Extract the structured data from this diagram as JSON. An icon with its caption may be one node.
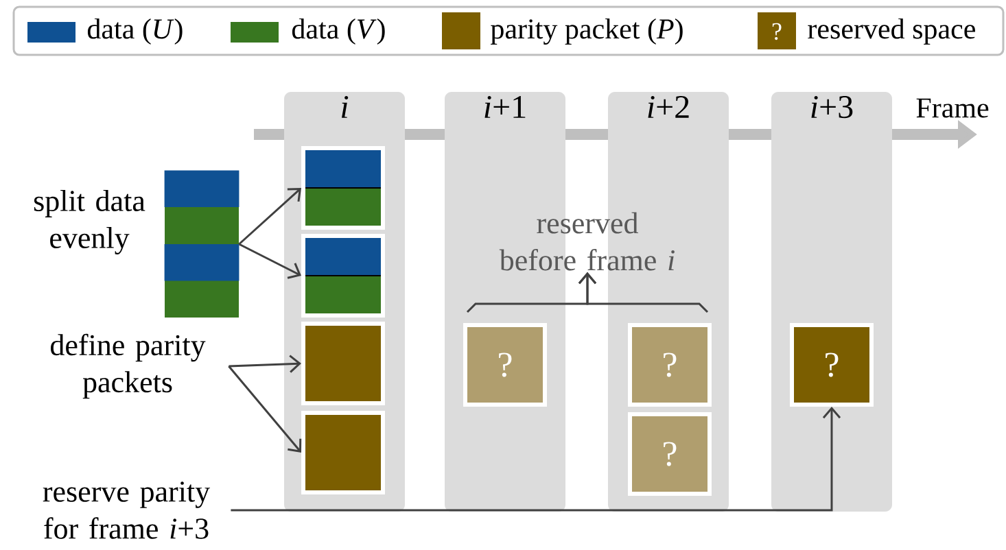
{
  "diagram": {
    "nodes": [
      {
        "text": [
          "i"
        ]
      },
      {
        "text": [],
        "shape": "box",
        "in": 0
      },
      {
        "text": [],
        "shape": "box",
        "in": 0
      },
      {
        "text": [],
        "shape": "box",
        "in": 0
      },
      {
        "text": [],
        "shape": "box",
        "in": 0
      },
      {
        "text": [
          "*i*+1"
        ]
      },
      {
        "text": [
          "?"
        ],
        "in": 5
      },
      {
        "text": [
          "*i*+2"
        ]
      },
      {
        "text": [
          "?"
        ],
        "in": 7
      },
      {
        "text": [
          "?"
        ],
        "in": 7
      },
      {
        "text": [
          "*i*+3"
        ]
      },
      {
        "text": [
          "?"
        ],
        "in": 10
      },
      {
        "text": [],
        "shape": "box",
        "beside": [
          "split data evenly"
        ]
      },
      {
        "text": [
          "define parity packets"
        ]
      },
      {
        "text": [
          "reserve parity for frame *i*+3"
        ]
      },
      {
        "text": [
          "reserved before frame *i*"
        ]
      }
    ],
    "edges": [
      {
        "from": 12,
        "to": 1,
        "arrow": "to"
      },
      {
        "from": 12,
        "to": 2,
        "arrow": "to"
      },
      {
        "from": 13,
        "to": 3,
        "arrow": "to"
      },
      {
        "from": 13,
        "to": 4,
        "arrow": "to"
      },
      {
        "from": 14,
        "to": 11,
        "arrow": "to"
      },
      {
        "from": 6,
        "to": 15,
        "arrow": "to"
      },
      {
        "from": 8,
        "to": 15,
        "arrow": "to"
      }
    ],
    "labels": [
      "Frame",
      "?"
    ],
    "legend": [
      {
        "text": "data (*U*)",
        "color": "#0f5193"
      },
      {
        "text": "data (*V*)",
        "color": "#387720"
      },
      {
        "text": "parity packet (*P*)",
        "color": "#7b5e00"
      },
      {
        "text": "reserved space",
        "color": "#7b5e00"
      }
    ]
  }
}
